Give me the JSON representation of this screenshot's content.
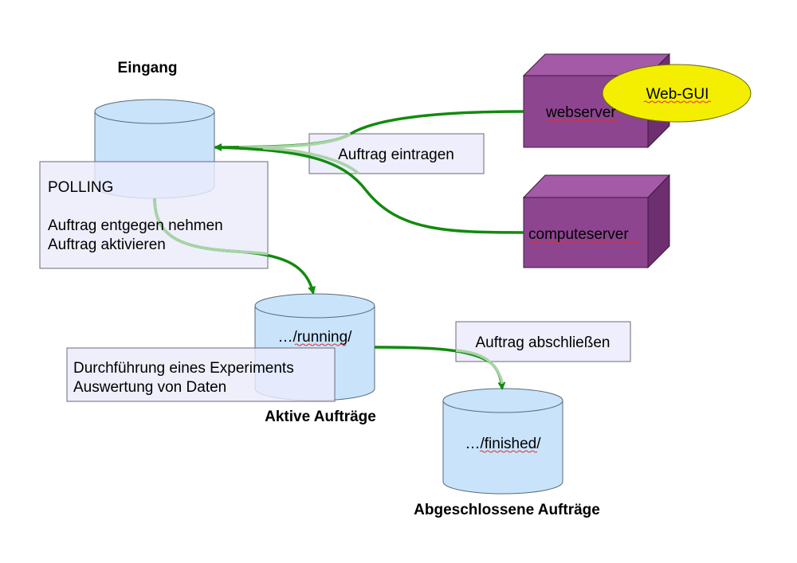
{
  "labels": {
    "eingang": "Eingang",
    "aktive": "Aktive Aufträge",
    "abgeschlossen": "Abgeschlossene Aufträge"
  },
  "databases": {
    "running": "…/running/",
    "finished": "…/finished/"
  },
  "boxes": {
    "polling_title": "POLLING",
    "polling_line1": "Auftrag entgegen nehmen",
    "polling_line2": "Auftrag aktivieren",
    "auftrag_eintragen": "Auftrag eintragen",
    "auftrag_abschliessen": "Auftrag abschließen",
    "experiment_line1": "Durchführung eines Experiments",
    "experiment_line2": "Auswertung von Daten"
  },
  "servers": {
    "webserver": "webserver",
    "computeserver": "computeserver",
    "webgui": "Web-GUI"
  },
  "colors": {
    "cylinder_fill": "#c9e3fb",
    "cylinder_stroke": "#5a6a78",
    "box_fill": "#ebebfb",
    "box_stroke": "#6a6a7a",
    "server_front": "#8e4590",
    "server_top": "#a45aa7",
    "server_side": "#6e2f70",
    "server_stroke": "#3a1a3c",
    "webgui_fill": "#f4ee00",
    "arrow_green": "#138a0f",
    "arrow_faded": "#a8d4a6"
  }
}
